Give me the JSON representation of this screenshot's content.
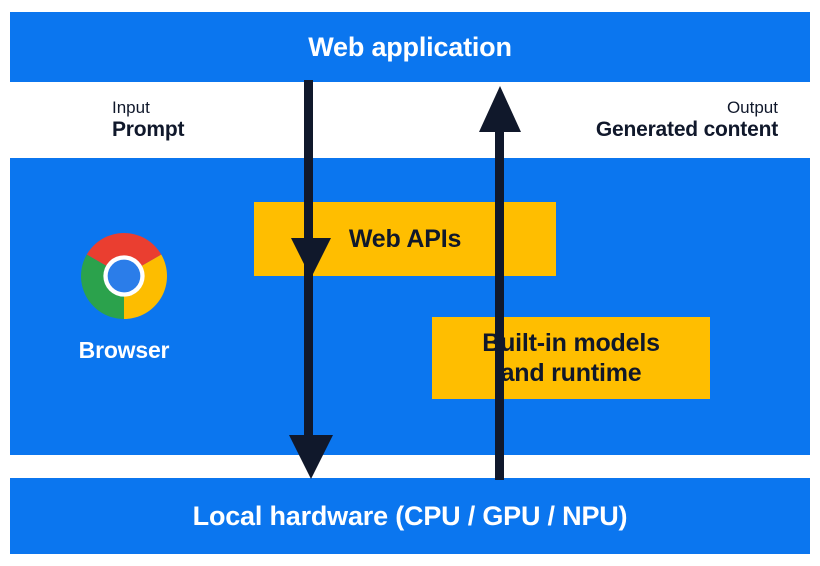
{
  "diagram": {
    "title_band": {
      "label": "Web application"
    },
    "browser_band": {
      "logo_name": "chrome-logo",
      "caption": "Browser"
    },
    "hardware_band": {
      "label": "Local hardware (CPU / GPU / NPU)"
    },
    "flows": [
      {
        "id": "input",
        "kind": "Input",
        "value": "Prompt",
        "direction": "down"
      },
      {
        "id": "output",
        "kind": "Output",
        "value": "Generated content",
        "direction": "up"
      }
    ],
    "components": [
      {
        "id": "web-apis",
        "label": "Web APIs"
      },
      {
        "id": "builtin-models",
        "label": "Built-in models\nand runtime"
      }
    ],
    "colors": {
      "band_blue": "#0b76ef",
      "component_yellow": "#ffbe00",
      "arrow_dark": "#10182b",
      "band_text": "#ffffff",
      "component_text": "#10182b",
      "chrome_red": "#ea3e30",
      "chrome_yellow": "#fdbd00",
      "chrome_green": "#2ba24c",
      "chrome_blue": "#2b7de9",
      "chrome_ring": "#ffffff"
    }
  }
}
